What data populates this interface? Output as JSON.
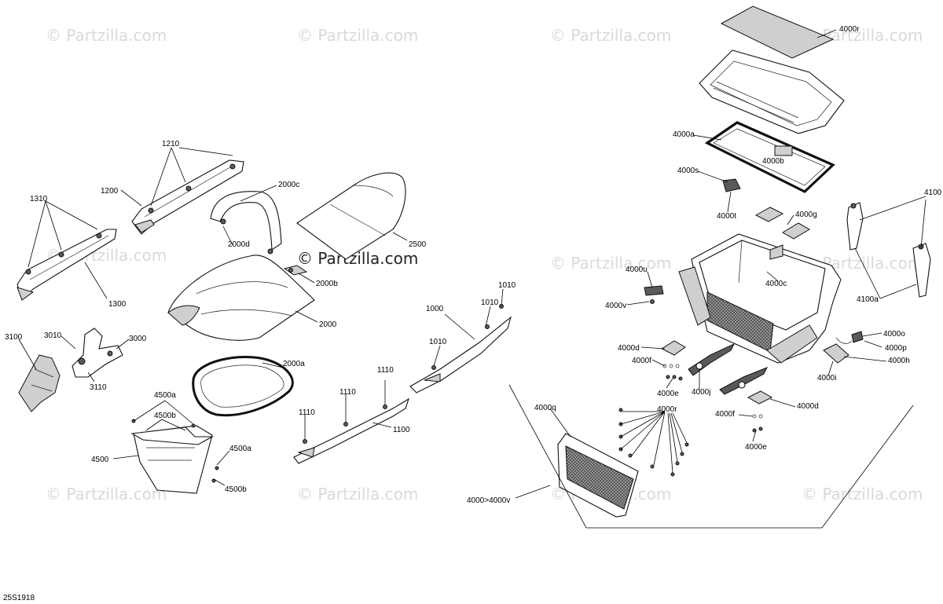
{
  "watermark": {
    "text": "© Partzilla.com"
  },
  "diagram_id": "25S1918",
  "labels": {
    "l1210": "1210",
    "l1200": "1200",
    "l1310": "1310",
    "l1300": "1300",
    "l2000c": "2000c",
    "l2000d": "2000d",
    "l2000b": "2000b",
    "l2000": "2000",
    "l2500": "2500",
    "l2000a": "2000a",
    "l3100": "3100",
    "l3010": "3010",
    "l3000": "3000",
    "l3110": "3110",
    "l4500a_top": "4500a",
    "l4500b_top": "4500b",
    "l4500": "4500",
    "l4500a_right": "4500a",
    "l4500b_bottom": "4500b",
    "l1000": "1000",
    "l1010_a": "1010",
    "l1010_b": "1010",
    "l1010_c": "1010",
    "l1110_a": "1110",
    "l1110_b": "1110",
    "l1110_c": "1110",
    "l1100": "1100",
    "l4000r_top": "4000r",
    "l4000a": "4000a",
    "l4000b": "4000b",
    "l4000s": "4000s",
    "l4000t": "4000t",
    "l4000g": "4000g",
    "l4000c": "4000c",
    "l4000u": "4000u",
    "l4000v": "4000v",
    "l4100": "4100",
    "l4100a": "4100a",
    "l4000o": "4000o",
    "l4000p": "4000p",
    "l4000h": "4000h",
    "l4000i": "4000i",
    "l4000d_left": "4000d",
    "l4000f_left": "4000f",
    "l4000e_left": "4000e",
    "l4000j": "4000j",
    "l4000d_right": "4000d",
    "l4000f_right": "4000f",
    "l4000e_right": "4000e",
    "l4000q": "4000q",
    "l4000r_mid": "4000r",
    "l4000range": "4000>4000v"
  }
}
